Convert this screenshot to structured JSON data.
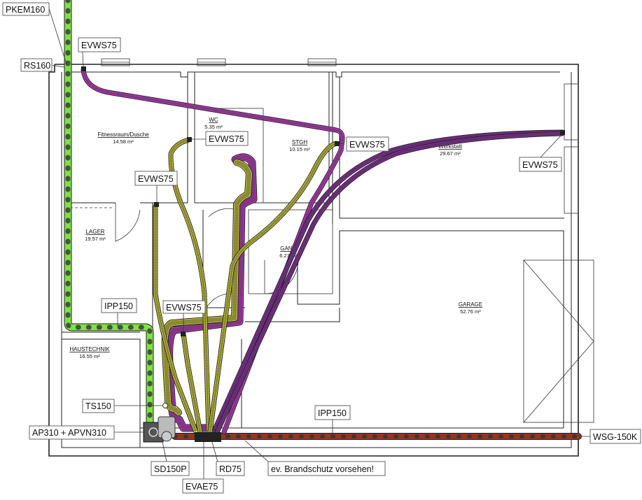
{
  "rooms": {
    "fitness": {
      "name": "Fitnessraum/Dusche",
      "area": "14.58 m²"
    },
    "wc": {
      "name": "WC",
      "area": "5.35 m²"
    },
    "stgh": {
      "name": "STGH",
      "area": "10.15 m²"
    },
    "werkstatt": {
      "name": "Werkstatt",
      "area": "29.67 m²"
    },
    "lager": {
      "name": "LAGER",
      "area": "19.57 m²"
    },
    "gang": {
      "name": "GANG",
      "area": "6.21 m²"
    },
    "garage": {
      "name": "GARAGE",
      "area": "52.76 m²"
    },
    "haustechnik": {
      "name": "HAUSTECHNIK",
      "area": "16.55 m²"
    }
  },
  "labels": {
    "pkem160": "PKEM160",
    "rs160": "RS160",
    "evws75_fitness": "EVWS75",
    "evws75_wc": "EVWS75",
    "evws75_lager": "EVWS75",
    "evws75_stgh": "EVWS75",
    "evws75_werkstatt": "EVWS75",
    "evws75_center": "EVWS75",
    "ipp150_left": "IPP150",
    "ipp150_bottom": "IPP150",
    "ts150": "TS150",
    "ap310": "AP310 + APVN310",
    "sd150p": "SD150P",
    "evae75": "EVAE75",
    "rd75": "RD75",
    "brandschutz": "ev. Brandschutz vorsehen!",
    "wsg150k": "WSG-150K"
  },
  "colors": {
    "green_duct": "#7fe04a",
    "yellow_duct": "#f3f33a",
    "magenta_duct": "#e33be8",
    "purple_duct": "#9b2bb8",
    "brown_duct": "#8b3a22",
    "outline": "#222222"
  }
}
